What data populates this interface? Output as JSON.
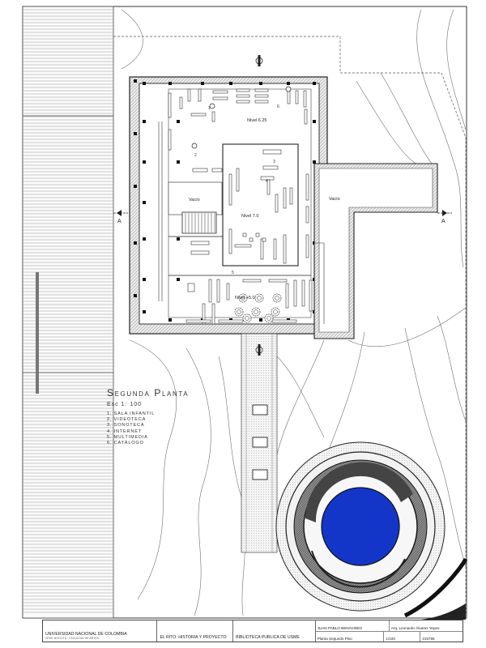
{
  "plan": {
    "title": "Segunda Planta",
    "scale": "Esc 1: 100",
    "legend": [
      "1. Sala Infantil",
      "2. Videoteca",
      "3. Sonoteca",
      "4. Internet",
      "5. Multimedia",
      "6. Catálogo"
    ],
    "levels": {
      "upper": "Nivel 6.25",
      "middle": "Nivel 7.0",
      "lower": "Nivel +5.0"
    },
    "void_labels": [
      "Vacío",
      "Vacío"
    ],
    "section_marks": [
      "A",
      "A"
    ],
    "room_numbers": [
      "1",
      "2",
      "3",
      "4",
      "5",
      "6"
    ]
  },
  "title_block": {
    "institution": "UNIVERSIDAD NACIONAL DE COLOMBIA",
    "institution_sub": "SEDE BOGOTÁ - FACULTAD DE ARTES",
    "course": "EL RITO: HISTORIA Y PROYECTO",
    "project": "BIBLIOTECA PÚBLICA DE USME",
    "author": "JUAN PABLO BENAVIDES",
    "professor": "Arq. Leonardo Álvarez Yepes",
    "sheet": "Planta Segundo Piso",
    "scale": "1/100",
    "code": "215756"
  },
  "colors": {
    "pool": "#1436c8",
    "line": "#222222",
    "contour": "#6f6f6f"
  }
}
